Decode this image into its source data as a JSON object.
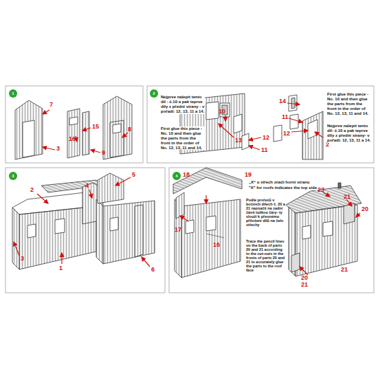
{
  "diagram": {
    "labels": [
      "1",
      "7",
      "3",
      "15",
      "16",
      "9",
      "8",
      "2",
      "Nejprve nalepit tento díl - č.10 a pak teprve díly z přední strany - v pořadí: 12, 13, 11 a 14.",
      "First glue this piece - No. 10 and then glue the parts from the front in the order of No. 12, 13, 11 and 14.",
      "10",
      "13",
      "12",
      "11",
      "14",
      "11",
      "12",
      "2",
      "First glue this piece - No. 10 and then glue the parts from the front in the order of No. 12, 13, 11 and 14.",
      "Nejprve nalepit tento díl- č.10 a pak teprve díly z přední strany- v pořadí: 12, 13, 11 a 14.",
      "3",
      "2",
      "4",
      "3",
      "1",
      "5",
      "6",
      "4",
      "18",
      "19",
      "17",
      "16",
      "„X“ u střech značí horní stranu",
      "\"X\" for roofs indicates the top side",
      "Podle prořezů v bočních dílech č. 20 a 21 naznačit na zadní části tužkou čáry- ty slouží k přesnému přiložení dílů na čelo střechy",
      "Trace the pencil lines on the back of parts 20 and 21 according to the cut-outs in the fronts of parts 20 and 21 to accurately glue the parts to the roof face",
      "23",
      "21",
      "20",
      "20",
      "21",
      "21"
    ]
  }
}
